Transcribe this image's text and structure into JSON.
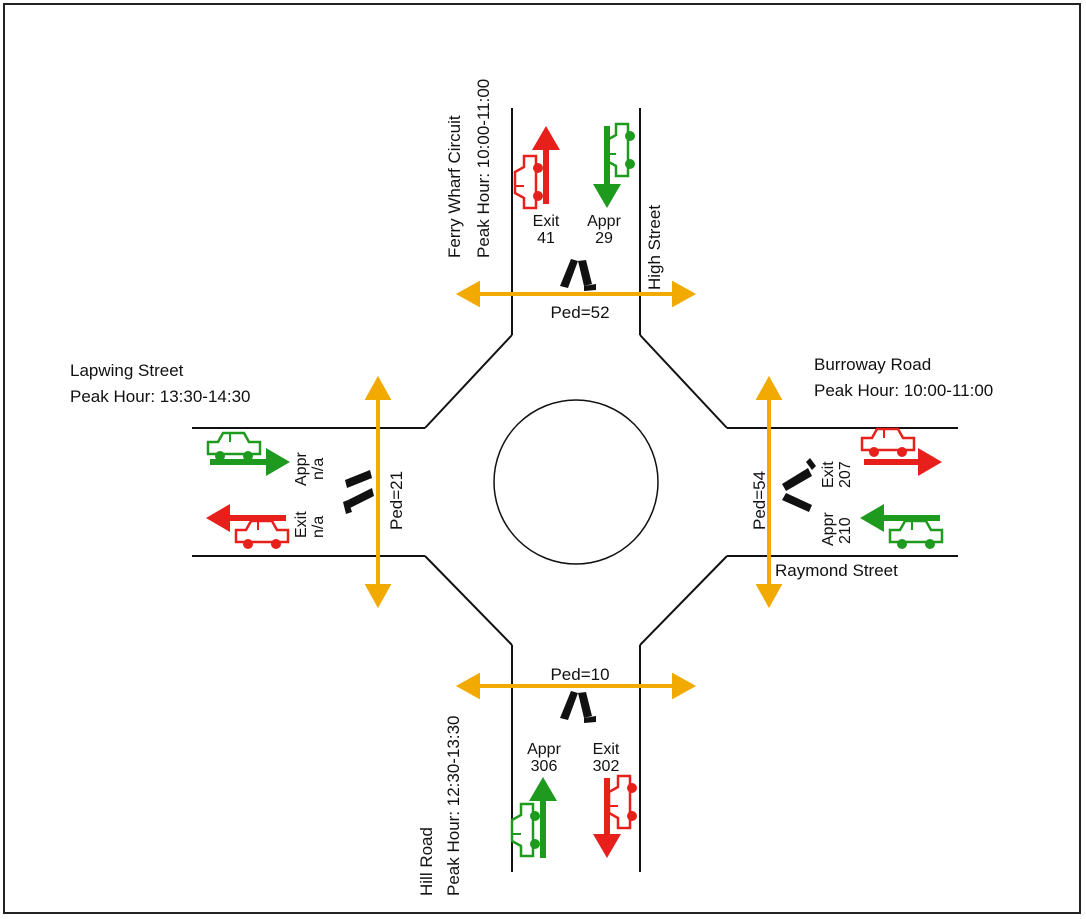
{
  "colors": {
    "exit": "#e8201c",
    "approach": "#1e9a1e",
    "pedestrian": "#f2a900",
    "road": "#111111"
  },
  "approaches": {
    "north": {
      "street_1": "Ferry Wharf Circuit",
      "peak_hour": "Peak Hour: 10:00-11:00",
      "street_2": "High Street",
      "exit_label": "Exit",
      "exit_count": "41",
      "appr_label": "Appr",
      "appr_count": "29",
      "ped": "Ped=52"
    },
    "west": {
      "street": "Lapwing Street",
      "peak_hour": "Peak Hour: 13:30-14:30",
      "appr_label": "Appr",
      "appr_count": "n/a",
      "exit_label": "Exit",
      "exit_count": "n/a",
      "ped": "Ped=21"
    },
    "east": {
      "street": "Burroway Road",
      "peak_hour": "Peak Hour: 10:00-11:00",
      "street_2": "Raymond Street",
      "exit_label": "Exit",
      "exit_count": "207",
      "appr_label": "Appr",
      "appr_count": "210",
      "ped": "Ped=54"
    },
    "south": {
      "street": "Hill Road",
      "peak_hour": "Peak Hour: 12:30-13:30",
      "appr_label": "Appr",
      "appr_count": "306",
      "exit_label": "Exit",
      "exit_count": "302",
      "ped": "Ped=10"
    }
  },
  "icons": [
    "car-icon",
    "pedestrian-icon",
    "double-arrow-icon"
  ]
}
